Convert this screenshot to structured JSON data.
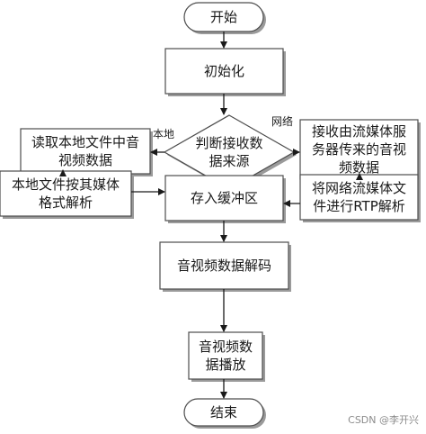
{
  "nodes": {
    "start": "开始",
    "init": "初始化",
    "decision_line1": "判断接收数",
    "decision_line2": "据来源",
    "local_read_line1": "读取本地文件中音",
    "local_read_line2": "视频数据",
    "local_parse_line1": "本地文件按其媒体",
    "local_parse_line2": "格式解析",
    "net_recv_line1": "接收由流媒体服",
    "net_recv_line2": "务器传来的音视",
    "net_recv_line3": "频数据",
    "net_parse_line1": "将网络流媒体文",
    "net_parse_line2": "件进行RTP解析",
    "buffer": "存入缓冲区",
    "decode": "音视频数据解码",
    "play_line1": "音视频数",
    "play_line2": "据播放",
    "end": "结束"
  },
  "edge_labels": {
    "local": "本地",
    "network": "网络"
  },
  "watermark": "CSDN @李开兴",
  "colors": {
    "box_fill": "#ffffff",
    "box_stroke": "#4d4d4d",
    "shadow": "#9a9a9a",
    "arrow": "#1a1a1a",
    "text": "#1a1a1a"
  }
}
